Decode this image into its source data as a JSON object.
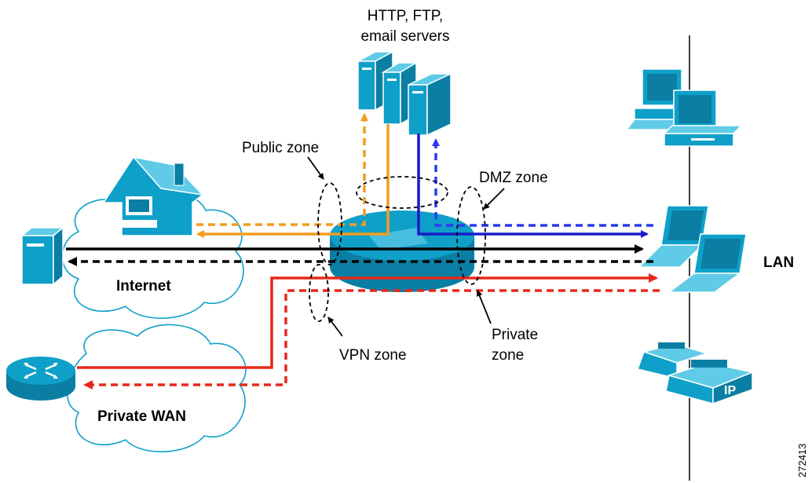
{
  "labels": {
    "servers": [
      "HTTP, FTP,",
      "email servers"
    ],
    "internet": "Internet",
    "private_wan": "Private WAN",
    "lan": "LAN",
    "public_zone": "Public zone",
    "dmz_zone": "DMZ zone",
    "vpn_zone": "VPN zone",
    "private_zone": [
      "Private",
      "zone"
    ],
    "figure_id": "272413"
  },
  "colors": {
    "device": "#0fa0c9",
    "public_flow": "#f39c1f",
    "dmz_flow": "#1a1ac8",
    "dmz_return": "#2a3af0",
    "internet_flow": "#000000",
    "vpn_flow": "#e8281c"
  },
  "icons": [
    "server-icon",
    "house-pc-icon",
    "router-icon",
    "firewall-router-icon",
    "desktop-pc-icon",
    "laptop-icon",
    "ip-phone-icon"
  ]
}
